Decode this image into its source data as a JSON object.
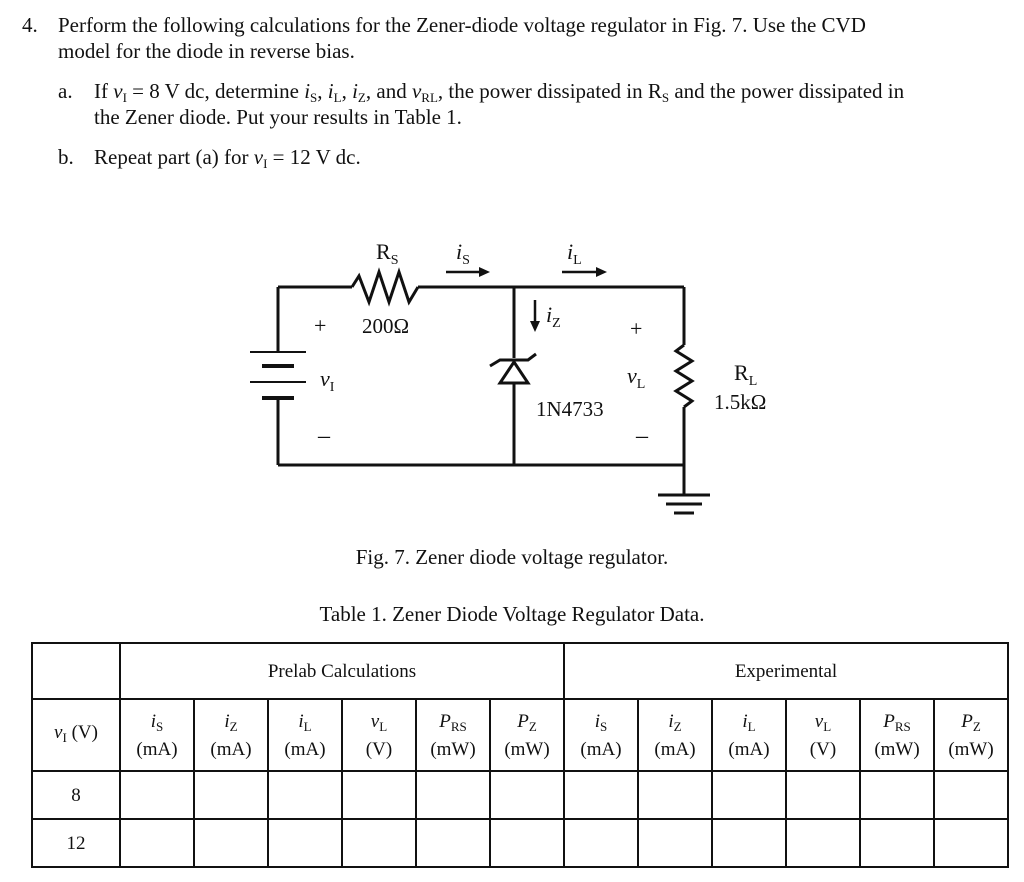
{
  "question": {
    "number": "4.",
    "line1": "Perform the following calculations for the Zener-diode voltage regulator in Fig. 7. Use the CVD",
    "line2": "model for the diode in reverse bias.",
    "part_a": {
      "label": "a.",
      "line1_pre": "If ",
      "line1_mid": " = 8 V dc, determine ",
      "line1_post": ", the power dissipated in R",
      "line1_end": " and the power dissipated in",
      "line2": "the Zener diode. Put your results in Table 1."
    },
    "part_b": {
      "label": "b.",
      "pre": "Repeat part (a) for ",
      "post": " = 12 V dc."
    }
  },
  "circuit": {
    "rs_label": "R",
    "rs_sub": "S",
    "rs_value": "200Ω",
    "is_label": "i",
    "is_sub": "S",
    "il_label": "i",
    "il_sub": "L",
    "iz_label": "i",
    "iz_sub": "Z",
    "vi_label": "v",
    "vi_sub": "I",
    "vl_label": "v",
    "vl_sub": "L",
    "plus": "+",
    "minus": "–",
    "diode": "1N4733",
    "rl_label": "R",
    "rl_sub": "L",
    "rl_value": "1.5kΩ"
  },
  "figure_caption": "Fig. 7. Zener diode voltage regulator.",
  "table_caption": "Table 1. Zener Diode Voltage Regulator Data.",
  "table": {
    "group_prelab": "Prelab Calculations",
    "group_exp": "Experimental",
    "row_header": {
      "sym": "v",
      "sub": "I",
      "unit": " (V)"
    },
    "columns": [
      {
        "sym": "i",
        "sub": "S",
        "unit": "(mA)"
      },
      {
        "sym": "i",
        "sub": "Z",
        "unit": "(mA)"
      },
      {
        "sym": "i",
        "sub": "L",
        "unit": "(mA)"
      },
      {
        "sym": "v",
        "sub": "L",
        "unit": "(V)"
      },
      {
        "sym": "P",
        "sub": "RS",
        "unit": "(mW)"
      },
      {
        "sym": "P",
        "sub": "Z",
        "unit": "(mW)"
      }
    ],
    "rows": [
      "8",
      "12"
    ]
  }
}
